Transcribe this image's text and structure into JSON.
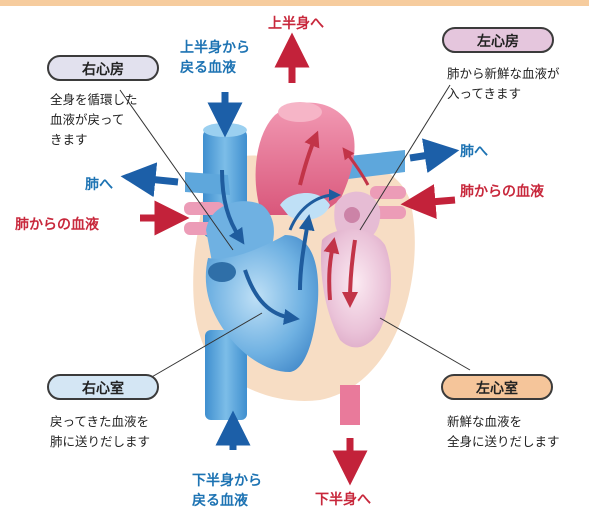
{
  "chambers": {
    "right_atrium": {
      "title": "右心房",
      "desc": "全身を循環した\n血液が戻って\nきます",
      "pill_color": "#e2e1ee"
    },
    "left_atrium": {
      "title": "左心房",
      "desc": "肺から新鮮な血液が\n入ってきます",
      "pill_color": "#e5c6dd"
    },
    "right_ventricle": {
      "title": "右心室",
      "desc": "戻ってきた血液を\n肺に送りだします",
      "pill_color": "#d4e6f4"
    },
    "left_ventricle": {
      "title": "左心室",
      "desc": "新鮮な血液を\n全身に送りだします",
      "pill_color": "#f5c59a"
    }
  },
  "flow_labels": {
    "upper_body_return": "上半身から\n戻る血液",
    "to_upper_body": "上半身へ",
    "to_lungs_right": "肺へ",
    "to_lungs_left": "肺へ",
    "from_lungs_left": "肺からの血液",
    "from_lungs_right": "肺からの血液",
    "lower_body_return": "下半身から\n戻る血液",
    "to_lower_body": "下半身へ"
  },
  "colors": {
    "blue_text": "#1d73b3",
    "red_text": "#c8283c",
    "blue_arrow": "#1c5fa8",
    "red_arrow": "#c3223a",
    "heart_outline": "#f7ddc4",
    "vein_blue": "#5aa6da",
    "artery_pink": "#e991ad"
  }
}
